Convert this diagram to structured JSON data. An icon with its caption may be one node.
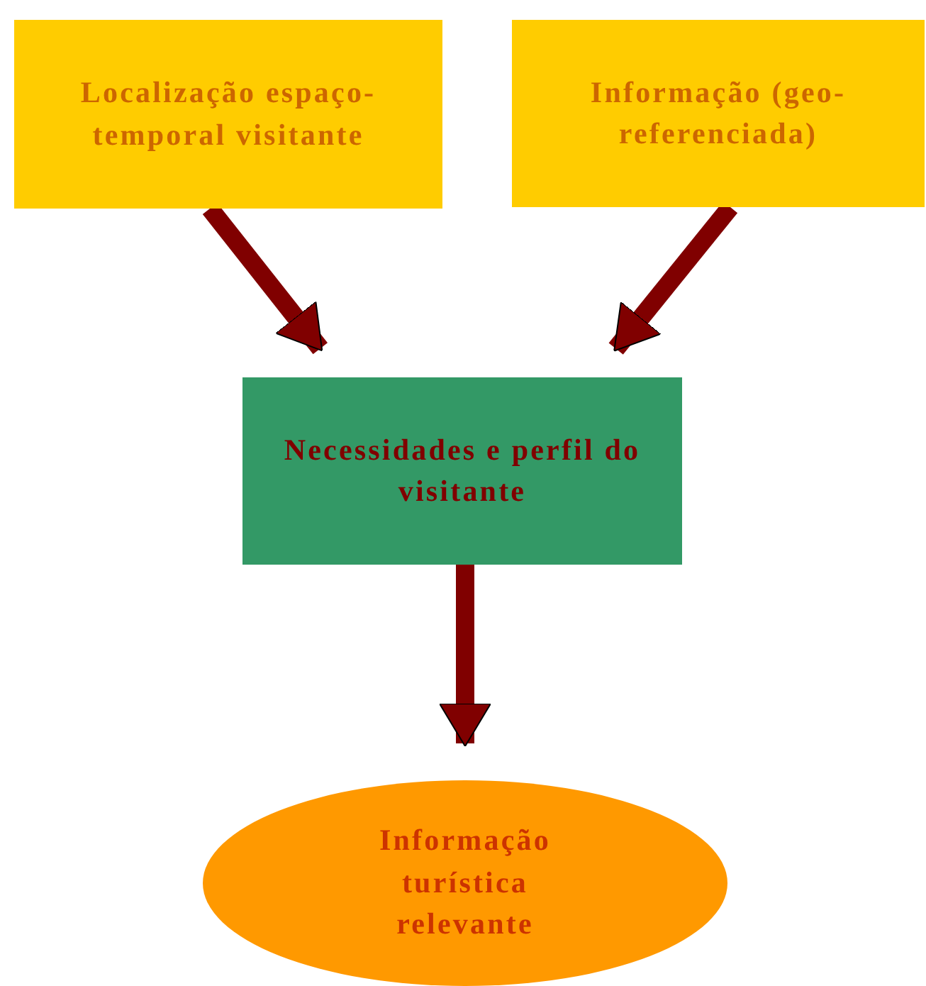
{
  "diagram": {
    "nodes": [
      {
        "text": [
          "Localização espaço-temporal visitante"
        ]
      },
      {
        "text": [
          "Informação (geo-referenciada)"
        ]
      },
      {
        "text": [
          "Necessidades e perfil do visitante"
        ]
      },
      {
        "text": [
          "Informação turística relevante"
        ]
      }
    ],
    "edges": [
      {
        "from": 0,
        "to": 2,
        "arrow": "to"
      },
      {
        "from": 1,
        "to": 2,
        "arrow": "to"
      },
      {
        "from": 2,
        "to": 3,
        "arrow": "to"
      }
    ]
  }
}
